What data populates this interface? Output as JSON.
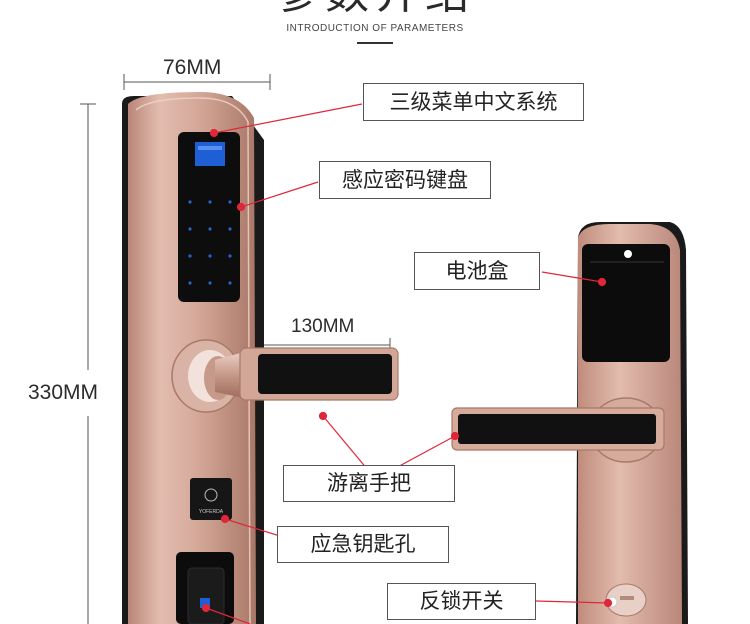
{
  "header": {
    "title_cn": "参数介绍",
    "title_en": "INTRODUCTION OF PARAMETERS"
  },
  "dimensions": {
    "width": "76MM",
    "height": "330MM",
    "handle": "130MM"
  },
  "labels": {
    "menu": "三级菜单中文系统",
    "keypad": "感应密码键盘",
    "battery": "电池盒",
    "handle": "游离手把",
    "keyhole": "应急钥匙孔",
    "deadlock": "反锁开关"
  },
  "brand": {
    "logo_text": "YOFERDA"
  },
  "colors": {
    "accent_line": "#e0263a",
    "bronze": "#c99a8a",
    "panel": "#111111",
    "screen": "#1e5fd6"
  }
}
